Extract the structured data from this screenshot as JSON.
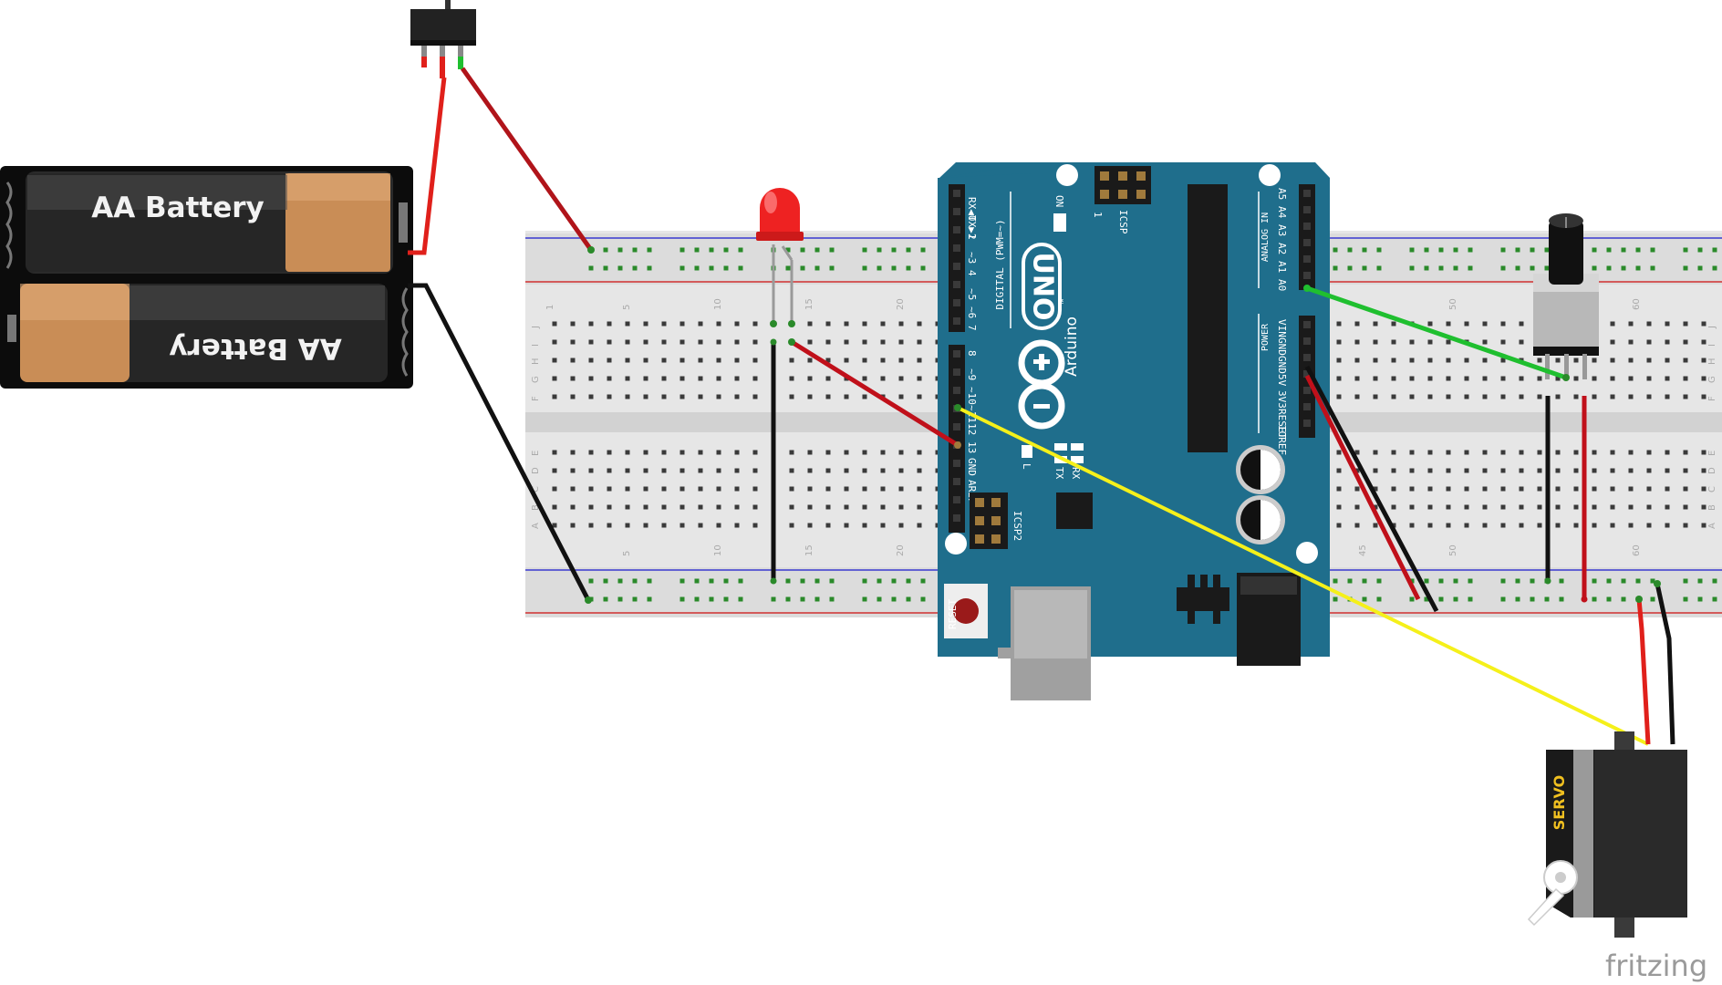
{
  "battery": {
    "label_top": "AA Battery",
    "label_bottom": "AA Battery"
  },
  "arduino": {
    "model": "UNO",
    "brand": "Arduino",
    "trademark": "™",
    "on_label": "ON",
    "icsp_label": "ICSP",
    "icsp_pin1": "1",
    "icsp2_label": "ICSP2",
    "reset_label": "RESET",
    "digital_label": "DIGITAL (PWM=~)",
    "analog_label": "ANALOG IN",
    "power_label": "POWER",
    "l_label": "L",
    "tx_label": "TX",
    "rx_label": "RX",
    "digital_pins_top": [
      "RX◀0",
      "TX▶1",
      "2",
      "~3",
      "4",
      "~5",
      "~6",
      "7"
    ],
    "digital_pins_bottom": [
      "8",
      "~9",
      "~10",
      "~11",
      "12",
      "13",
      "GND",
      "AREF"
    ],
    "analog_pins": [
      "A5",
      "A4",
      "A3",
      "A2",
      "A1",
      "A0"
    ],
    "power_pins": [
      "VIN",
      "GND",
      "GND",
      "5V",
      "3V3",
      "RESET",
      "IOREF"
    ]
  },
  "breadboard": {
    "column_numbers": [
      "1",
      "5",
      "10",
      "15",
      "20",
      "45",
      "50",
      "60"
    ],
    "row_letters": [
      "J",
      "I",
      "H",
      "G",
      "F",
      "E",
      "D",
      "C",
      "B",
      "A"
    ]
  },
  "servo": {
    "label": "SERVO"
  },
  "watermark": "fritzing",
  "colors": {
    "arduino_blue": "#1f6e8c",
    "wire_red": "#e0201b",
    "wire_darkred": "#c0101a",
    "wire_black": "#111111",
    "wire_green": "#1fbf2f",
    "wire_yellow": "#f5f01a",
    "led_red": "#ee2222"
  }
}
